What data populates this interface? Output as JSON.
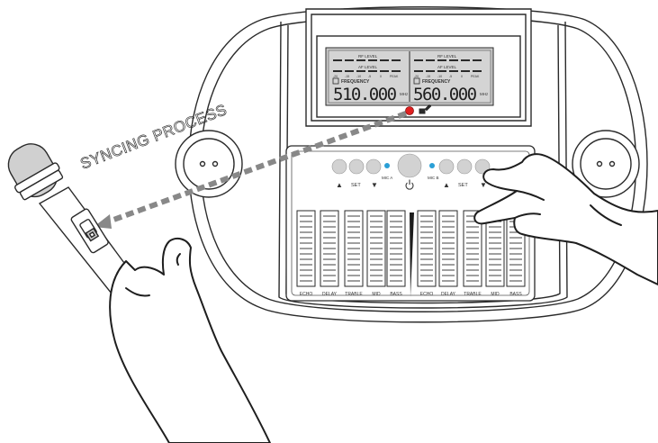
{
  "caption": "SYNCING PROCESS",
  "lcd": {
    "left": {
      "rf_level": "RF LEVEL",
      "af_level": "AF LEVEL",
      "frequency_label": "FREQUENCY",
      "frequency": "510.000",
      "unit": "MHz",
      "scale": [
        "-20",
        "-15",
        "-10",
        "-5",
        "0",
        "PEAK"
      ]
    },
    "right": {
      "rf_level": "RF LEVEL",
      "af_level": "AF LEVEL",
      "frequency_label": "FREQUENCY",
      "frequency": "560.000",
      "unit": "MHz",
      "scale": [
        "-20",
        "-15",
        "-10",
        "-5",
        "0",
        "PEAK"
      ]
    }
  },
  "controls": {
    "mic_a": "MIC A",
    "mic_b": "MIC B",
    "set_left": "SET",
    "set_right": "SET",
    "up_arrow": "▲",
    "down_arrow": "▼"
  },
  "faders_a": [
    "ECHO",
    "DELAY",
    "TRABLE",
    "MID",
    "BASS"
  ],
  "faders_b": [
    "ECHO",
    "DELAY",
    "TRABLE",
    "MID",
    "BASS"
  ],
  "colors": {
    "outline": "#2a2a2a",
    "lcd_screen": "#c9c9c9",
    "indicator_led": "#2a9fd6",
    "sync_led": "#e02020",
    "sync_path": "#888888"
  },
  "icons": [
    "power-icon",
    "sync-icon",
    "speaker-grille-icon"
  ]
}
